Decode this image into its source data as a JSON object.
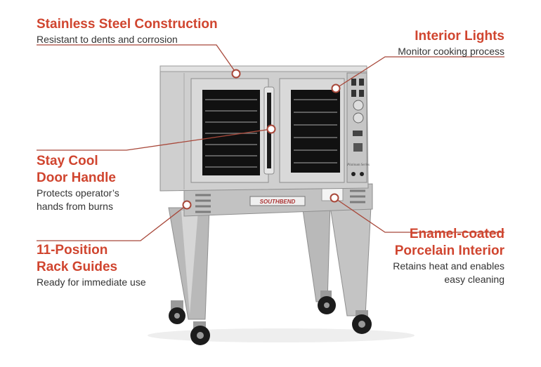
{
  "callouts": {
    "stainless": {
      "title": "Stainless Steel Construction",
      "desc": "Resistant to dents and corrosion"
    },
    "lights": {
      "title": "Interior Lights",
      "desc": "Monitor cooking process"
    },
    "handle": {
      "title_line1": "Stay Cool",
      "title_line2": "Door Handle",
      "desc_line1": "Protects operator’s",
      "desc_line2": "hands from burns"
    },
    "rack": {
      "title_line1": "11-Position",
      "title_line2": "Rack Guides",
      "desc": "Ready for immediate use"
    },
    "enamel": {
      "title_line1": "Enamel-coated",
      "title_line2": "Porcelain Interior",
      "desc_line1": "Retains heat and enables",
      "desc_line2": "easy cleaning"
    }
  },
  "product": {
    "brand_badge": "SOUTHBEND",
    "model_script": "Platinum Series"
  },
  "colors": {
    "accent": "#d0452f",
    "leader": "#a8483a",
    "steel": "#c9c9c9",
    "steel_dark": "#8f8f8f",
    "glass": "#111111"
  }
}
